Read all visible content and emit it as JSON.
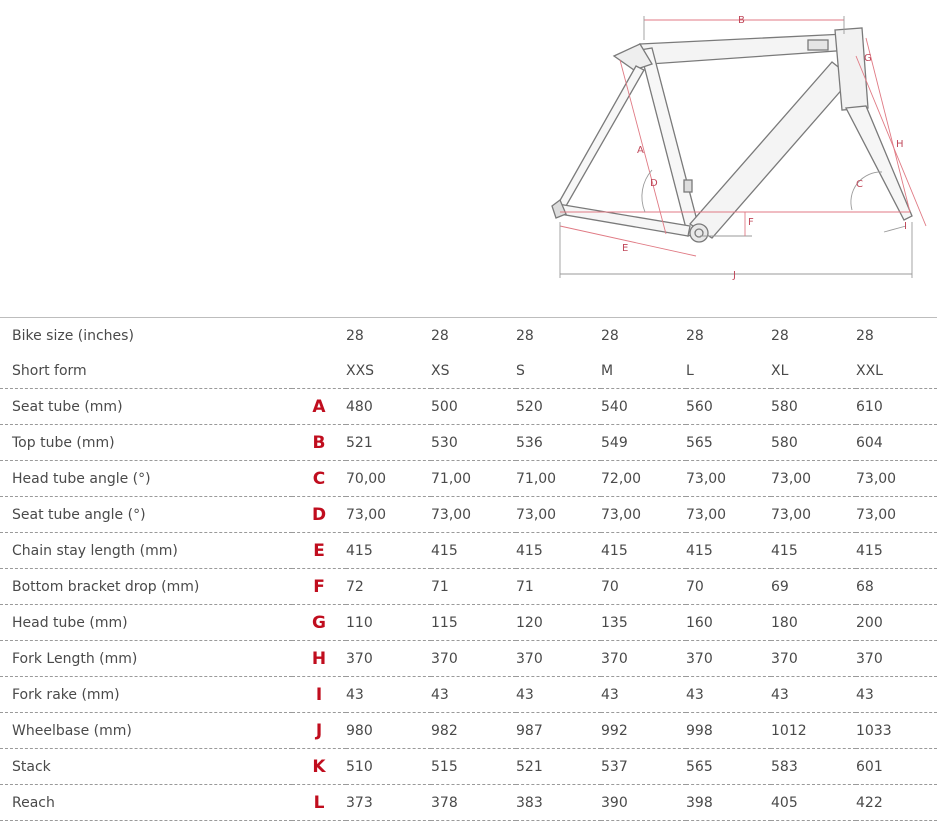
{
  "diagram": {
    "letters": {
      "A": "A",
      "B": "B",
      "C": "C",
      "D": "D",
      "E": "E",
      "F": "F",
      "G": "G",
      "H": "H",
      "I": "I",
      "J": "J"
    },
    "line_color": "#7a7a7a",
    "dimension_color": "#e07a84"
  },
  "table": {
    "accent_color": "#c00d1e",
    "rows": [
      {
        "label": "Bike size (inches)",
        "letter": "",
        "values": [
          "28",
          "28",
          "28",
          "28",
          "28",
          "28",
          "28"
        ]
      },
      {
        "label": "Short form",
        "letter": "",
        "values": [
          "XXS",
          "XS",
          "S",
          "M",
          "L",
          "XL",
          "XXL"
        ]
      },
      {
        "label": "Seat tube (mm)",
        "letter": "A",
        "values": [
          "480",
          "500",
          "520",
          "540",
          "560",
          "580",
          "610"
        ]
      },
      {
        "label": "Top tube (mm)",
        "letter": "B",
        "values": [
          "521",
          "530",
          "536",
          "549",
          "565",
          "580",
          "604"
        ]
      },
      {
        "label": "Head tube angle (°)",
        "letter": "C",
        "values": [
          "70,00",
          "71,00",
          "71,00",
          "72,00",
          "73,00",
          "73,00",
          "73,00"
        ]
      },
      {
        "label": "Seat tube angle (°)",
        "letter": "D",
        "values": [
          "73,00",
          "73,00",
          "73,00",
          "73,00",
          "73,00",
          "73,00",
          "73,00"
        ]
      },
      {
        "label": "Chain stay length (mm)",
        "letter": "E",
        "values": [
          "415",
          "415",
          "415",
          "415",
          "415",
          "415",
          "415"
        ]
      },
      {
        "label": "Bottom bracket drop (mm)",
        "letter": "F",
        "values": [
          "72",
          "71",
          "71",
          "70",
          "70",
          "69",
          "68"
        ]
      },
      {
        "label": "Head tube (mm)",
        "letter": "G",
        "values": [
          "110",
          "115",
          "120",
          "135",
          "160",
          "180",
          "200"
        ]
      },
      {
        "label": "Fork Length (mm)",
        "letter": "H",
        "values": [
          "370",
          "370",
          "370",
          "370",
          "370",
          "370",
          "370"
        ]
      },
      {
        "label": "Fork rake (mm)",
        "letter": "I",
        "values": [
          "43",
          "43",
          "43",
          "43",
          "43",
          "43",
          "43"
        ]
      },
      {
        "label": "Wheelbase (mm)",
        "letter": "J",
        "values": [
          "980",
          "982",
          "987",
          "992",
          "998",
          "1012",
          "1033"
        ]
      },
      {
        "label": "Stack",
        "letter": "K",
        "values": [
          "510",
          "515",
          "521",
          "537",
          "565",
          "583",
          "601"
        ]
      },
      {
        "label": "Reach",
        "letter": "L",
        "values": [
          "373",
          "378",
          "383",
          "390",
          "398",
          "405",
          "422"
        ]
      }
    ]
  }
}
